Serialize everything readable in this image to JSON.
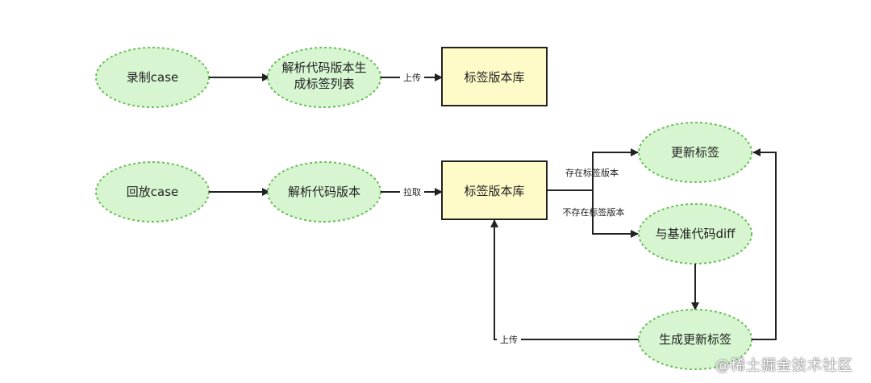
{
  "nodes": {
    "record_case": "录制case",
    "parse_gen_line1": "解析代码版本生",
    "parse_gen_line2": "成标签列表",
    "label_repo_top": "标签版本库",
    "replay_case": "回放case",
    "parse_version": "解析代码版本",
    "label_repo_bottom": "标签版本库",
    "update_label": "更新标签",
    "diff_base": "与基准代码diff",
    "gen_update_label": "生成更新标签"
  },
  "edges": {
    "upload_top": "上传",
    "fetch": "拉取",
    "exists": "存在标签版本",
    "not_exists": "不存在标签版本",
    "upload_bottom": "上传"
  },
  "watermark": "@稀土掘金技术社区",
  "colors": {
    "ellipse_fill": "#d6f5d0",
    "ellipse_stroke": "#6bbf59",
    "box_fill": "#fffbc8",
    "box_stroke": "#222222",
    "line": "#222222"
  }
}
